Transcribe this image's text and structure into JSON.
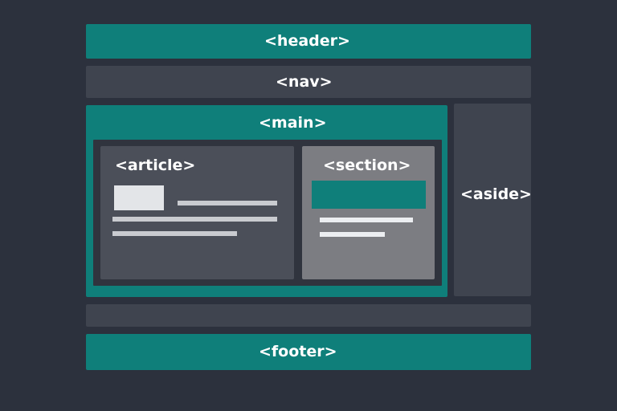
{
  "diagram": {
    "header": {
      "label": "<header>"
    },
    "nav": {
      "label": "<nav>"
    },
    "main": {
      "label": "<main>"
    },
    "article": {
      "label": "<article>"
    },
    "section": {
      "label": "<section>"
    },
    "aside": {
      "label": "<aside>"
    },
    "footer": {
      "label": "<footer>"
    }
  },
  "colors": {
    "background": "#2c313d",
    "teal": "#0f7f7a",
    "slate": "#3f444f",
    "article_bg": "#4b4f59",
    "section_bg": "#7c7d82",
    "placeholder_light": "#e3e5e8"
  }
}
